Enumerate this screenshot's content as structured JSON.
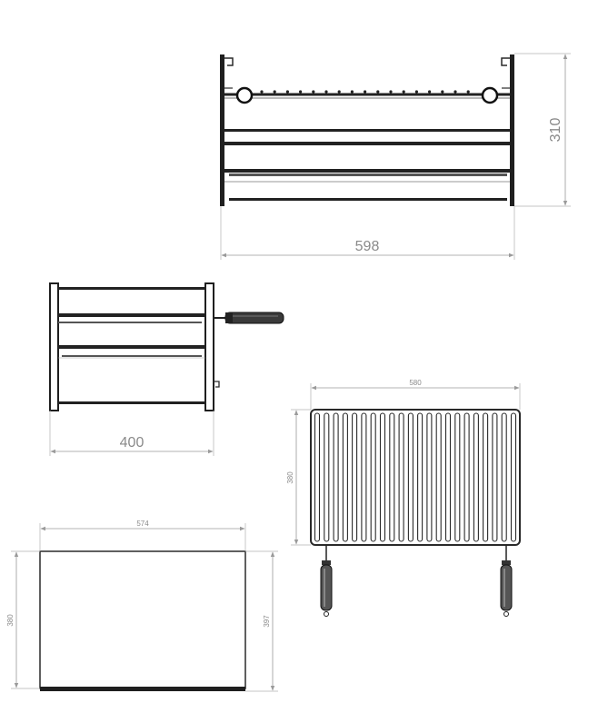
{
  "dimensions": {
    "front_width": "598",
    "front_height": "310",
    "side_depth": "400",
    "grill_width": "580",
    "grill_depth": "380",
    "tray_width": "574",
    "tray_depth_left": "380",
    "tray_depth_right": "397"
  },
  "colors": {
    "line": "#2a2a2a",
    "dimension": "#9a9a9a",
    "text": "#8a8a8a",
    "handle": "#3a3a3a"
  }
}
